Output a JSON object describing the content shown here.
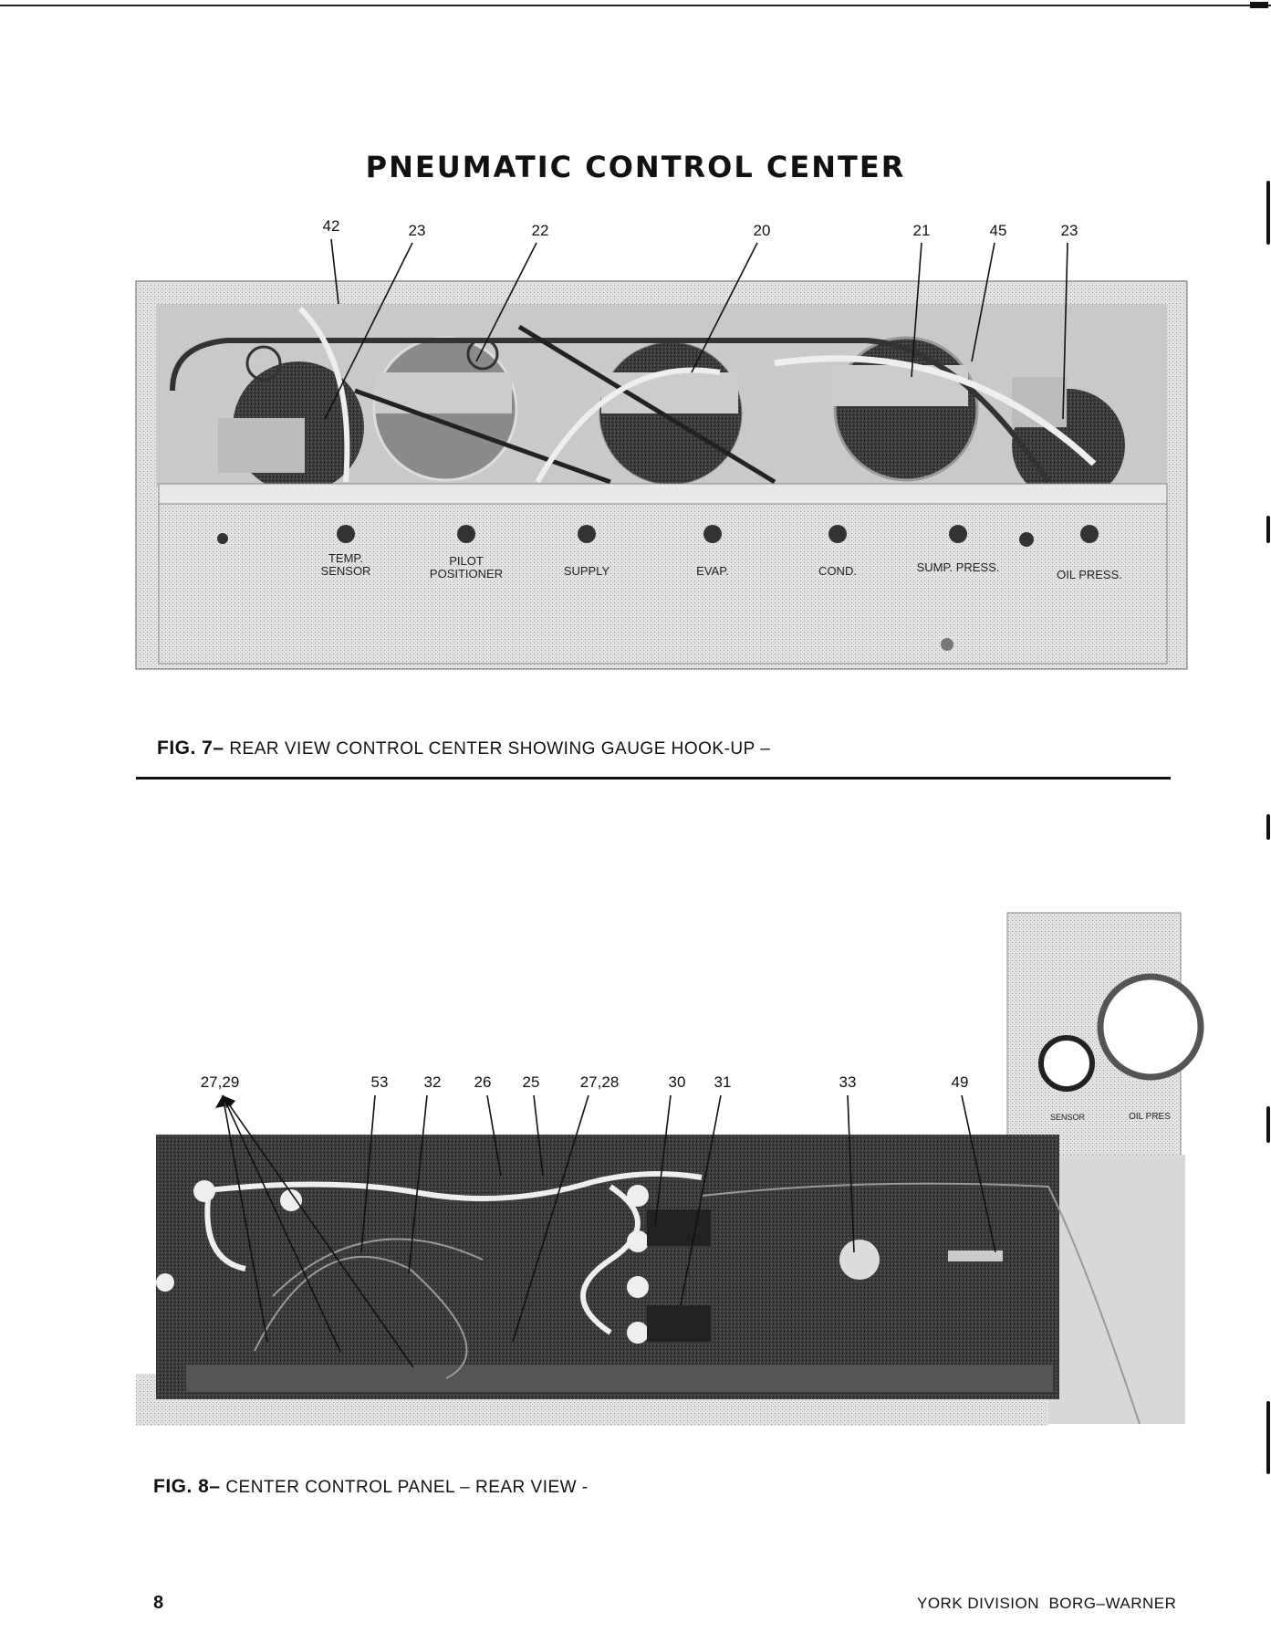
{
  "page": {
    "title": "PNEUMATIC CONTROL CENTER",
    "page_number": "8",
    "footer_right": "YORK DIVISION  BORG–WARNER"
  },
  "fig7": {
    "caption_num": "FIG. 7–",
    "caption_text": "REAR VIEW CONTROL CENTER SHOWING GAUGE HOOK-UP –",
    "callouts": [
      "42",
      "23",
      "22",
      "20",
      "21",
      "45",
      "23"
    ],
    "panel_labels": [
      {
        "line1": "TEMP.",
        "line2": "SENSOR"
      },
      {
        "line1": "PILOT",
        "line2": "POSITIONER"
      },
      {
        "line1": "",
        "line2": "SUPPLY"
      },
      {
        "line1": "",
        "line2": "EVAP."
      },
      {
        "line1": "",
        "line2": "COND."
      },
      {
        "line1": "",
        "line2": "SUMP. PRESS."
      },
      {
        "line1": "",
        "line2": "OIL PRESS."
      }
    ]
  },
  "fig8": {
    "caption_num": "FIG. 8–",
    "caption_text": "CENTER CONTROL PANEL – REAR VIEW -",
    "callouts": [
      "27,29",
      "53",
      "32",
      "26",
      "25",
      "27,28",
      "30",
      "31",
      "33",
      "49"
    ],
    "gauge_labels": [
      "SENSOR",
      "OIL PRES"
    ]
  }
}
